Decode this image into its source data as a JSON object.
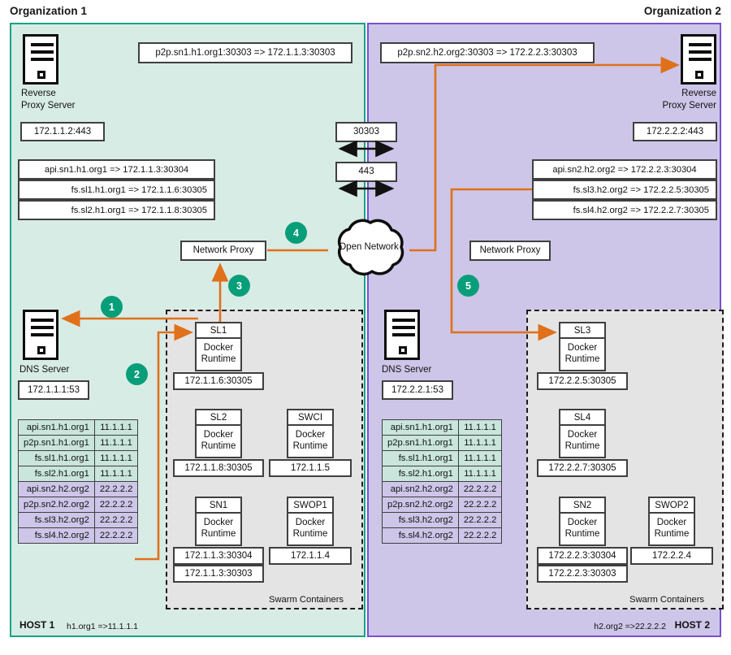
{
  "org1": {
    "title": "Organization 1",
    "reverse_proxy": {
      "caption_line1": "Reverse",
      "caption_line2": "Proxy Server",
      "address": "172.1.1.2:443"
    },
    "p2p_mapping": "p2p.sn1.h1.org1:30303 => 172.1.1.3:30303",
    "mappings": [
      "api.sn1.h1.org1 => 172.1.1.3:30304",
      "fs.sl1.h1.org1 => 172.1.1.6:30305",
      "fs.sl2.h1.org1 => 172.1.1.8:30305"
    ],
    "network_proxy": "Network Proxy",
    "dns": {
      "caption": "DNS Server",
      "address": "172.1.1.1:53"
    },
    "dns_records": [
      {
        "name": "api.sn1.h1.org1",
        "ip": "11.1.1.1",
        "zone": "org1"
      },
      {
        "name": "p2p.sn1.h1.org1",
        "ip": "11.1.1.1",
        "zone": "org1"
      },
      {
        "name": "fs.sl1.h1.org1",
        "ip": "11.1.1.1",
        "zone": "org1"
      },
      {
        "name": "fs.sl2.h1.org1",
        "ip": "11.1.1.1",
        "zone": "org1"
      },
      {
        "name": "api.sn2.h2.org2",
        "ip": "22.2.2.2",
        "zone": "org2"
      },
      {
        "name": "p2p.sn2.h2.org2",
        "ip": "22.2.2.2",
        "zone": "org2"
      },
      {
        "name": "fs.sl3.h2.org2",
        "ip": "22.2.2.2",
        "zone": "org2"
      },
      {
        "name": "fs.sl4.h2.org2",
        "ip": "22.2.2.2",
        "zone": "org2"
      }
    ],
    "swarm_label": "Swarm Containers",
    "containers": [
      {
        "name": "SL1",
        "runtime_line1": "Docker",
        "runtime_line2": "Runtime",
        "addresses": [
          "172.1.1.6:30305"
        ]
      },
      {
        "name": "SL2",
        "runtime_line1": "Docker",
        "runtime_line2": "Runtime",
        "addresses": [
          "172.1.1.8:30305"
        ]
      },
      {
        "name": "SWCI",
        "runtime_line1": "Docker",
        "runtime_line2": "Runtime",
        "addresses": [
          "172.1.1.5"
        ]
      },
      {
        "name": "SN1",
        "runtime_line1": "Docker",
        "runtime_line2": "Runtime",
        "addresses": [
          "172.1.1.3:30304",
          "172.1.1.3:30303"
        ]
      },
      {
        "name": "SWOP1",
        "runtime_line1": "Docker",
        "runtime_line2": "Runtime",
        "addresses": [
          "172.1.1.4"
        ]
      }
    ],
    "host_label": "HOST 1",
    "host_mapping": "h1.org1 =>11.1.1.1"
  },
  "org2": {
    "title": "Organization 2",
    "reverse_proxy": {
      "caption_line1": "Reverse",
      "caption_line2": "Proxy Server",
      "address": "172.2.2.2:443"
    },
    "p2p_mapping": "p2p.sn2.h2.org2:30303 => 172.2.2.3:30303",
    "mappings": [
      "api.sn2.h2.org2 => 172.2.2.3:30304",
      "fs.sl3.h2.org2 => 172.2.2.5:30305",
      "fs.sl4.h2.org2 => 172.2.2.7:30305"
    ],
    "network_proxy": "Network Proxy",
    "dns": {
      "caption": "DNS Server",
      "address": "172.2.2.1:53"
    },
    "dns_records": [
      {
        "name": "api.sn1.h1.org1",
        "ip": "11.1.1.1",
        "zone": "org1"
      },
      {
        "name": "p2p.sn1.h1.org1",
        "ip": "11.1.1.1",
        "zone": "org1"
      },
      {
        "name": "fs.sl1.h1.org1",
        "ip": "11.1.1.1",
        "zone": "org1"
      },
      {
        "name": "fs.sl2.h1.org1",
        "ip": "11.1.1.1",
        "zone": "org1"
      },
      {
        "name": "api.sn2.h2.org2",
        "ip": "22.2.2.2",
        "zone": "org2"
      },
      {
        "name": "p2p.sn2.h2.org2",
        "ip": "22.2.2.2",
        "zone": "org2"
      },
      {
        "name": "fs.sl3.h2.org2",
        "ip": "22.2.2.2",
        "zone": "org2"
      },
      {
        "name": "fs.sl4.h2.org2",
        "ip": "22.2.2.2",
        "zone": "org2"
      }
    ],
    "swarm_label": "Swarm Containers",
    "containers": [
      {
        "name": "SL3",
        "runtime_line1": "Docker",
        "runtime_line2": "Runtime",
        "addresses": [
          "172.2.2.5:30305"
        ]
      },
      {
        "name": "SL4",
        "runtime_line1": "Docker",
        "runtime_line2": "Runtime",
        "addresses": [
          "172.2.2.7:30305"
        ]
      },
      {
        "name": "SN2",
        "runtime_line1": "Docker",
        "runtime_line2": "Runtime",
        "addresses": [
          "172.2.2.3:30304",
          "172.2.2.3:30303"
        ]
      },
      {
        "name": "SWOP2",
        "runtime_line1": "Docker",
        "runtime_line2": "Runtime",
        "addresses": [
          "172.2.2.4"
        ]
      }
    ],
    "host_label": "HOST 2",
    "host_mapping": "h2.org2 =>22.2.2.2"
  },
  "center": {
    "cloud_label": "Open Network",
    "port_upper": "30303",
    "port_lower": "443"
  },
  "steps": [
    "1",
    "2",
    "3",
    "4",
    "5"
  ],
  "colors": {
    "org1_fill": "#d8ece6",
    "org1_border": "#16a383",
    "org2_fill": "#cdc6e8",
    "org2_border": "#7b4fd6",
    "flow_arrow": "#e0701a",
    "step_badge": "#089e79",
    "swarm_fill": "#e4e4e4",
    "line": "#3f3f3f"
  }
}
